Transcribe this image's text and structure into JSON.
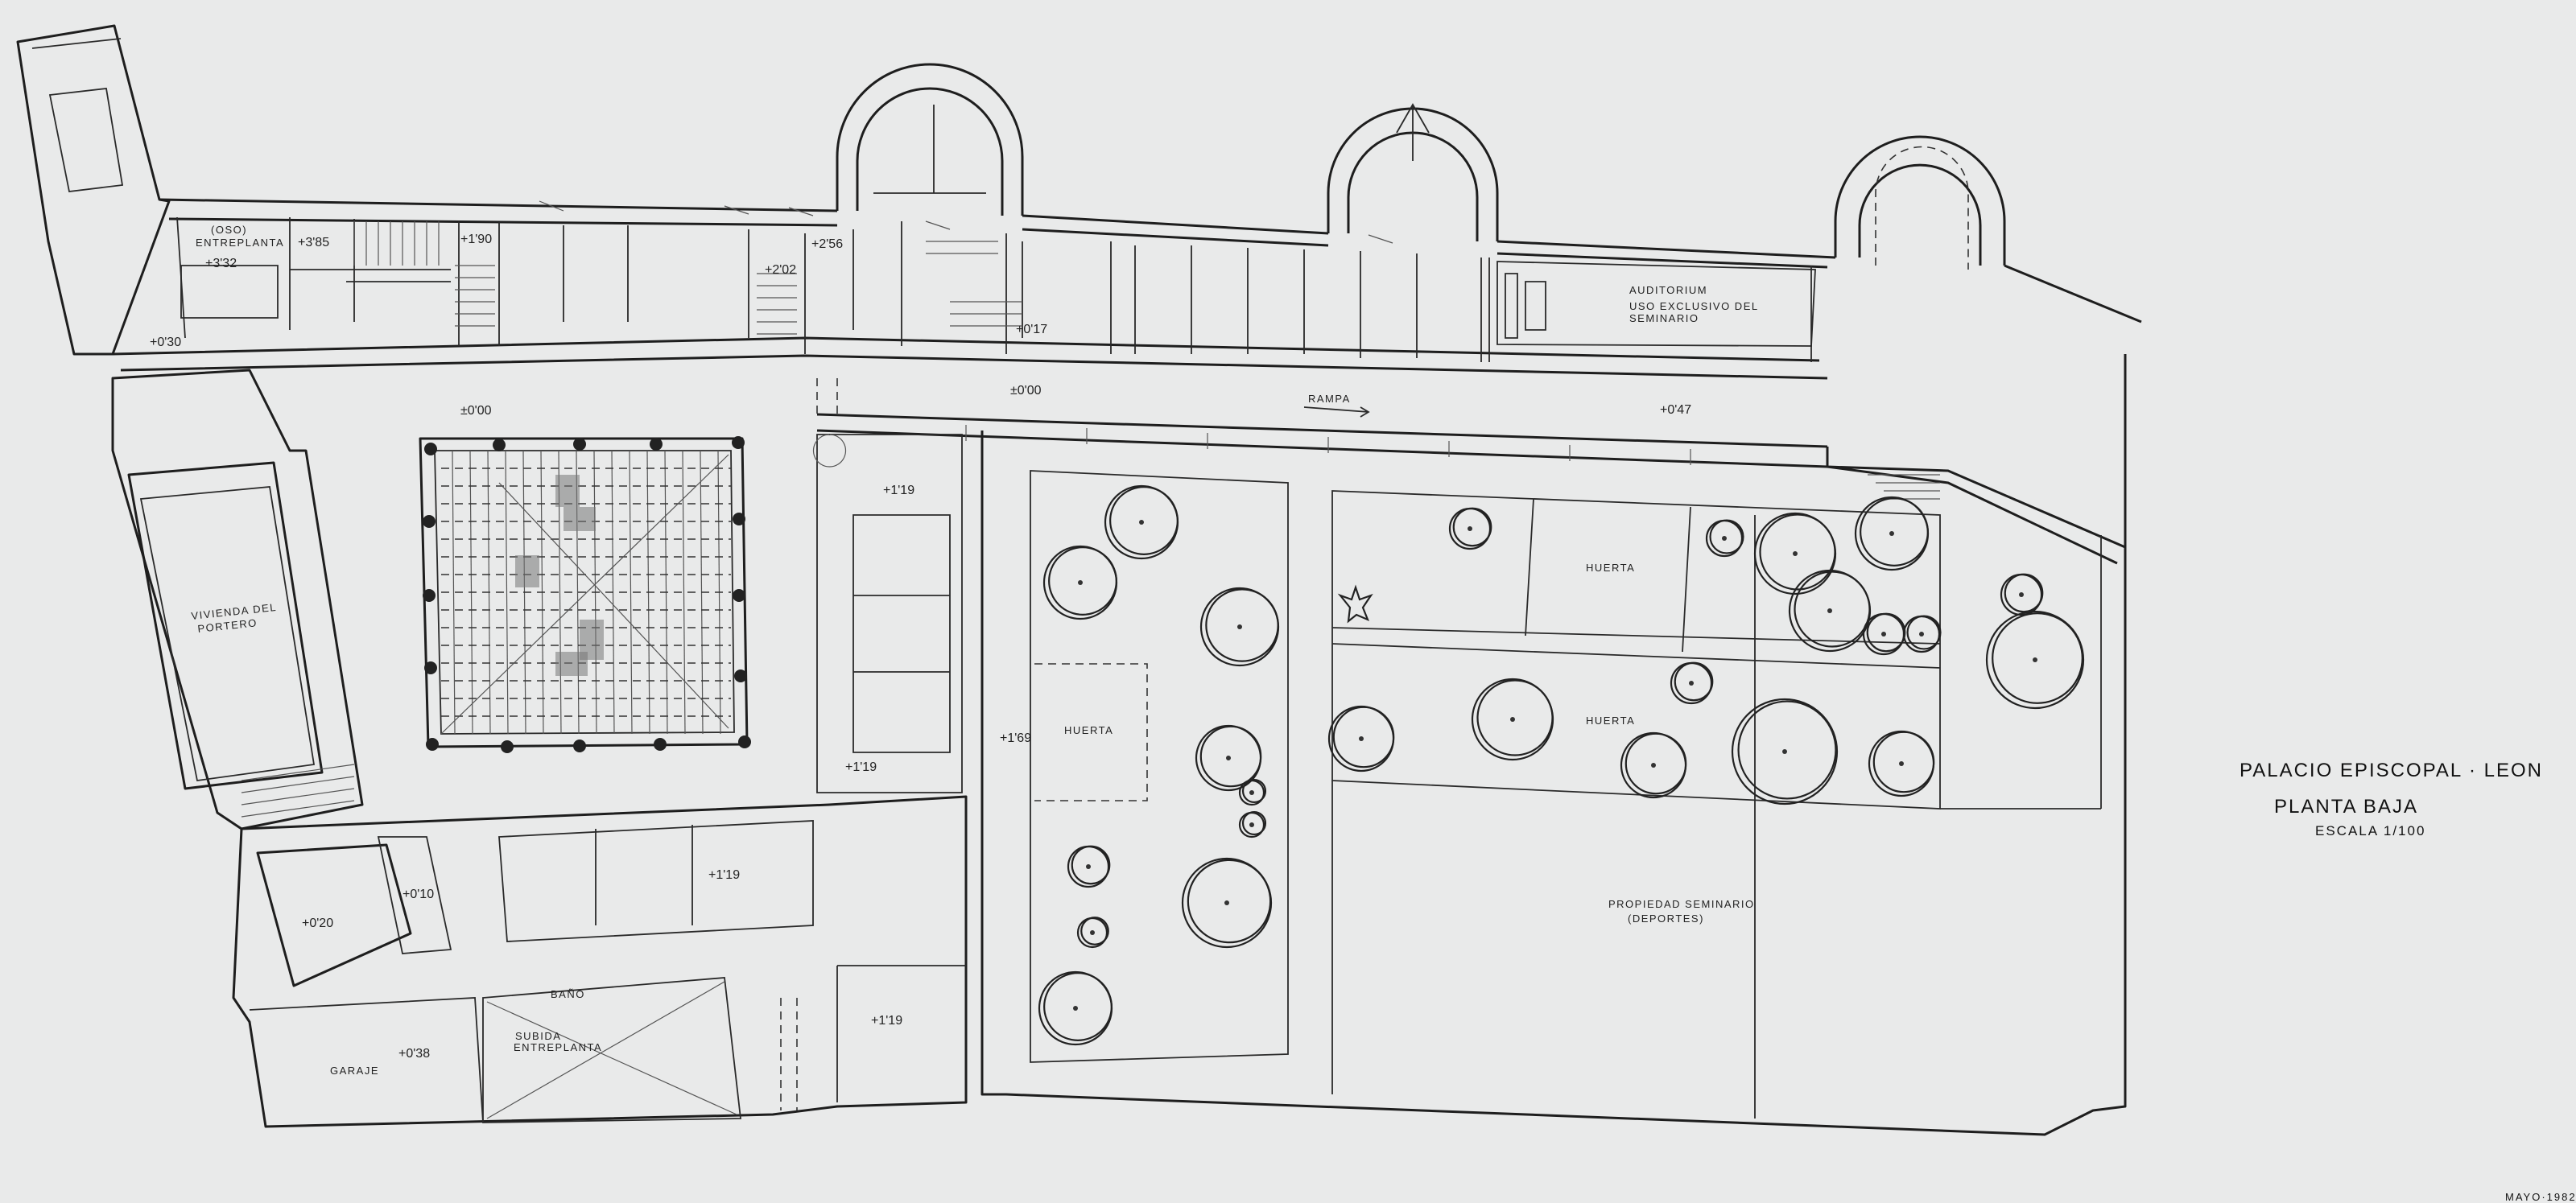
{
  "title_block": {
    "title": "PALACIO EPISCOPAL · LEON",
    "subtitle": "PLANTA BAJA",
    "scale": "ESCALA 1/100",
    "date": "MAYO·1982"
  },
  "rooms": {
    "entreplanta_use": "(OSO)",
    "entreplanta_name": "ENTREPLANTA",
    "auditorium": "AUDITORIUM",
    "auditorium_note1": "USO EXCLUSIVO DEL",
    "auditorium_note2": "SEMINARIO",
    "vivienda_1": "VIVIENDA DEL",
    "vivienda_2": "PORTERO",
    "garaje": "GARAJE",
    "bano": "BAÑO",
    "subida_1": "SUBIDA",
    "subida_2": "ENTREPLANTA",
    "huerta_1": "HUERTA",
    "huerta_2": "HUERTA",
    "huerta_3": "HUERTA",
    "propiedad_1": "PROPIEDAD SEMINARIO",
    "propiedad_2": "(DEPORTES)",
    "rampa": "RAMPA"
  },
  "levels": {
    "l332": "+3'32",
    "l385": "+3'85",
    "l190": "+1'90",
    "l202": "+2'02",
    "l256": "+2'56",
    "l000a": "±0'00",
    "l000b": "±0'00",
    "l017": "+0'17",
    "l047": "+0'47",
    "l030": "+0'30",
    "l119a": "+1'19",
    "l119b": "+1'19",
    "l119c": "+1'19",
    "l119d": "+1'19",
    "l169": "+1'69",
    "l010": "+0'10",
    "l020": "+0'20",
    "l038": "+0'38"
  }
}
